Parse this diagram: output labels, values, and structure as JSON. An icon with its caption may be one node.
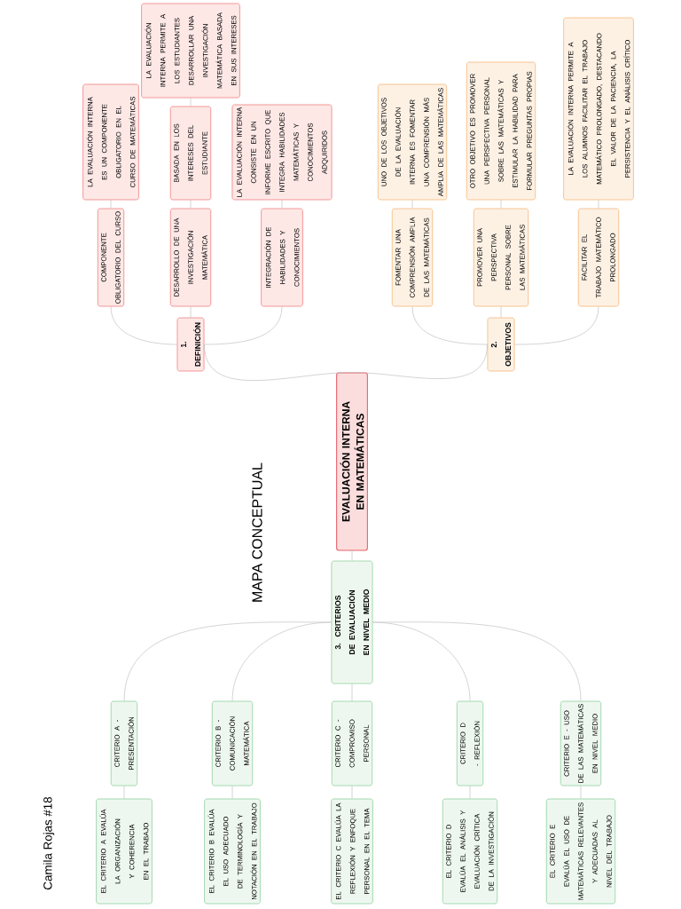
{
  "diagram": {
    "title": "MAPA CONCEPTUAL",
    "nodes": [
      {
        "text": [
          "EVALUACIÓN INTERNA EN MATEMÁTICAS"
        ]
      },
      {
        "text": [
          "1. DEFINICIÓN"
        ]
      },
      {
        "text": [
          "COMPONENTE OBLIGATORIO DEL CURSO"
        ]
      },
      {
        "text": [
          "LA EVALUACIÓN INTERNA ES UN COMPONENTE OBLIGATORIO EN EL CURSO DE MATEMÁTICAS"
        ]
      },
      {
        "text": [
          "DESARROLLO DE UNA INVESTIGACIÓN MATEMÁTICA"
        ]
      },
      {
        "text": [
          "BASADA EN LOS INTERESES DEL ESTUDIANTE"
        ]
      },
      {
        "text": [
          "LA EVALUACIÓN INTERNA PERMITE A LOS ESTUDIANTES DESARROLLAR UNA INVESTIGACIÓN MATEMÁTICA BASADA EN SUS INTERESES"
        ]
      },
      {
        "text": [
          "INTEGRACIÓN DE HABILIDADES Y CONOCIMIENTOS"
        ]
      },
      {
        "text": [
          "LA EVALUACIÓN INTERNA CONSISTE EN UN INFORME ESCRITO QUE INTEGRA HABILIDADES MATEMÁTICAS Y CONOCIMIENTOS ADQUIRIDOS"
        ]
      },
      {
        "text": [
          "2. OBJETIVOS"
        ]
      },
      {
        "text": [
          "FOMENTAR UNA COMPRENSIÓN AMPLIA DE LAS MATEMÁTICAS"
        ]
      },
      {
        "text": [
          "UNO DE LOS OBJETIVOS DE LA EVALUACIÓN INTERNA ES FOMENTAR UNA COMPRENSIÓN MÁS AMPLIA DE LAS MATEMÁTICAS"
        ]
      },
      {
        "text": [
          "PROMOVER UNA PERSPECTIVA PERSONAL SOBRE LAS MATEMÁTICAS"
        ]
      },
      {
        "text": [
          "OTRO OBJETIVO ES PROMOVER UNA PERSPECTIVA PERSONAL SOBRE LAS MATEMÁTICAS Y ESTIMULAR LA HABILIDAD PARA FORMULAR PREGUNTAS PROPIAS"
        ]
      },
      {
        "text": [
          "FACILITAR EL TRABAJO MATEMÁTICO PROLONGADO"
        ]
      },
      {
        "text": [
          "LA EVALUACIÓN INTERNA PERMITE A LOS ALUMNOS FACILITAR EL TRABAJO MATEMÁTICO PROLONGADO, DESTACANDO EL VALOR DE LA PACIENCIA, LA PERSISTENCIA Y EL ANÁLISIS CRÍTICO"
        ]
      },
      {
        "text": [
          "3. CRITERIOS DE EVALUACIÓN EN NIVEL MEDIO"
        ]
      },
      {
        "text": [
          "CRITERIO A - PRESENTACIÓN"
        ]
      },
      {
        "text": [
          "EL CRITERIO A EVALÚA LA ORGANIZACIÓN Y COHERENCIA EN EL TRABAJO"
        ]
      },
      {
        "text": [
          "CRITERIO B - COMUNICACIÓN MATEMÁTICA"
        ]
      },
      {
        "text": [
          "EL CRITERIO B EVALÚA EL USO ADECUADO DE TERMINOLOGÍA Y NOTACIÓN EN EL TRABAJO"
        ]
      },
      {
        "text": [
          "CRITERIO C - COMPROMISO PERSONAL"
        ]
      },
      {
        "text": [
          "EL CRITERIO C EVALÚA LA REFLEXIÓN Y ENFOQUE PERSONAL EN EL TEMA"
        ]
      },
      {
        "text": [
          "CRITERIO D - REFLEXIÓN"
        ]
      },
      {
        "text": [
          "EL CRITERIO D EVALÚA EL ANÁLISIS Y EVALUACIÓN CRÍTICA DE LA INVESTIGACIÓN"
        ]
      },
      {
        "text": [
          "CRITERIO E - USO DE LAS MATEMÁTICAS EN NIVEL MEDIO"
        ]
      },
      {
        "text": [
          "EL CRITERIO E EVALÚA EL USO DE MATEMÁTICAS RELEVANTES Y ADECUADAS AL NIVEL DEL TRABAJO"
        ]
      }
    ],
    "edges": [
      {
        "from": 0,
        "to": 1,
        "arrow": "none"
      },
      {
        "from": 0,
        "to": 9,
        "arrow": "none"
      },
      {
        "from": 0,
        "to": 16,
        "arrow": "none"
      },
      {
        "from": 1,
        "to": 2,
        "arrow": "none"
      },
      {
        "from": 1,
        "to": 4,
        "arrow": "none"
      },
      {
        "from": 1,
        "to": 7,
        "arrow": "none"
      },
      {
        "from": 2,
        "to": 3,
        "arrow": "none"
      },
      {
        "from": 4,
        "to": 5,
        "arrow": "none"
      },
      {
        "from": 5,
        "to": 6,
        "arrow": "none"
      },
      {
        "from": 7,
        "to": 8,
        "arrow": "none"
      },
      {
        "from": 9,
        "to": 10,
        "arrow": "none"
      },
      {
        "from": 9,
        "to": 12,
        "arrow": "none"
      },
      {
        "from": 9,
        "to": 14,
        "arrow": "none"
      },
      {
        "from": 10,
        "to": 11,
        "arrow": "none"
      },
      {
        "from": 12,
        "to": 13,
        "arrow": "none"
      },
      {
        "from": 14,
        "to": 15,
        "arrow": "none"
      },
      {
        "from": 16,
        "to": 17,
        "arrow": "none"
      },
      {
        "from": 16,
        "to": 19,
        "arrow": "none"
      },
      {
        "from": 16,
        "to": 21,
        "arrow": "none"
      },
      {
        "from": 16,
        "to": 23,
        "arrow": "none"
      },
      {
        "from": 16,
        "to": 25,
        "arrow": "none"
      },
      {
        "from": 17,
        "to": 18,
        "arrow": "none"
      },
      {
        "from": 19,
        "to": 20,
        "arrow": "none"
      },
      {
        "from": 21,
        "to": 22,
        "arrow": "none"
      },
      {
        "from": 23,
        "to": 24,
        "arrow": "none"
      },
      {
        "from": 25,
        "to": 26,
        "arrow": "none"
      }
    ],
    "labels": [
      "Camila Rojas #18"
    ]
  }
}
